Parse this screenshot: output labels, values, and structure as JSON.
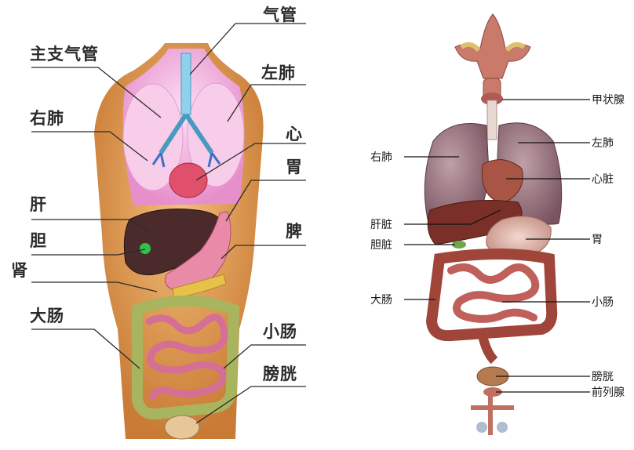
{
  "left_panel": {
    "labels": [
      {
        "id": "main-bronchus",
        "text": "主支气管"
      },
      {
        "id": "trachea",
        "text": "气管"
      },
      {
        "id": "left-lung",
        "text": "左肺"
      },
      {
        "id": "right-lung",
        "text": "右肺"
      },
      {
        "id": "heart",
        "text": "心"
      },
      {
        "id": "stomach",
        "text": "胃"
      },
      {
        "id": "liver",
        "text": "肝"
      },
      {
        "id": "spleen",
        "text": "脾"
      },
      {
        "id": "gallbladder",
        "text": "胆"
      },
      {
        "id": "kidney",
        "text": "肾"
      },
      {
        "id": "large-intestine",
        "text": "大肠"
      },
      {
        "id": "small-intestine",
        "text": "小肠"
      },
      {
        "id": "bladder",
        "text": "膀胱"
      }
    ]
  },
  "right_panel": {
    "labels": [
      {
        "id": "thyroid",
        "text": "甲状腺"
      },
      {
        "id": "right-lung",
        "text": "右肺"
      },
      {
        "id": "left-lung",
        "text": "左肺"
      },
      {
        "id": "heart",
        "text": "心脏"
      },
      {
        "id": "liver",
        "text": "肝脏"
      },
      {
        "id": "gallbladder",
        "text": "胆脏"
      },
      {
        "id": "stomach",
        "text": "胃"
      },
      {
        "id": "large-intestine",
        "text": "大肠"
      },
      {
        "id": "small-intestine",
        "text": "小肠"
      },
      {
        "id": "bladder",
        "text": "膀胱"
      },
      {
        "id": "prostate",
        "text": "前列腺"
      }
    ]
  },
  "colors": {
    "skin": "#e8a35a",
    "chest": "#f2b7e0",
    "liver": "#4a2a2a",
    "intestine": "#d98aa8",
    "colon": "#b8c47a",
    "lung_3d": "#9b7580",
    "organ_3d": "#b96a5a"
  }
}
